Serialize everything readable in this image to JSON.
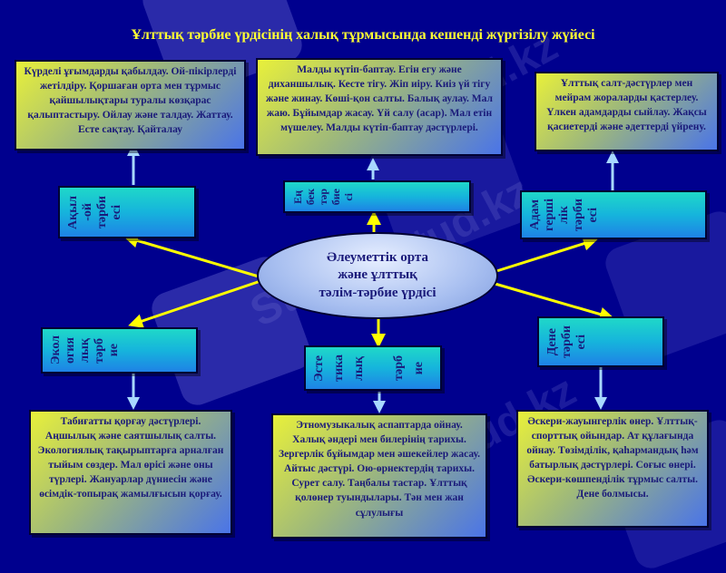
{
  "title": "Ұлттық тәрбие үрдісінің халық тұрмысында кешенді жүргізілу жүйесі",
  "center": {
    "lines": [
      "Әлеуметтік  орта",
      "және  ұлттық",
      "тәлім-тәрбие үрдісі"
    ]
  },
  "categories": [
    {
      "id": "mental",
      "label_lines": [
        "Ақыл",
        "-ой",
        "тәрби",
        "есі"
      ],
      "label": "Ақыл-ой тәрбиесі"
    },
    {
      "id": "labor",
      "label_lines": [
        "Ең",
        "бек",
        "тәр",
        "бие",
        "сі"
      ],
      "label": "Еңбек тәрбиесі"
    },
    {
      "id": "moral",
      "label_lines": [
        "Адам",
        "гершi",
        "лік",
        "тәрби",
        "есі"
      ],
      "label": "Адамгершілік тәрбиесі"
    },
    {
      "id": "ecological",
      "label_lines": [
        "Экол",
        "огия",
        "лық",
        "тәрб",
        "ие"
      ],
      "label": "Экологиялық тәрбие"
    },
    {
      "id": "aesthetic",
      "label_lines": [
        "Эсте",
        "тика",
        "лық",
        "тәрб",
        "ие"
      ],
      "label": "Эстетикалық тәрбие"
    },
    {
      "id": "physical",
      "label_lines": [
        "Дене",
        "тәрби",
        "есі"
      ],
      "label": "Дене тәрбиесі"
    }
  ],
  "descriptions": {
    "mental": "Күрделі ұғымдарды қабылдау. Ой-пікірлерді жетілдіру. Қоршаған орта мен тұрмыс қайшылықтары туралы көзқарас қалыптастыру. Ойлау және талдау. Жаттау. Есте сақтау. Қайталау",
    "labor": "Малды күтіп-баптау. Егін егу және диханшылық. Кесте тігу. Жіп иіру. Киіз үй тігу және жинау. Көші-қон салты. Балық аулау. Мал жаю. Бұйымдар жасау. Үй салу (асар). Мал етін мүшелеу. Малды күтіп-баптау дәстүрлері.",
    "moral": "Ұлттық салт-дәстүрлер мен мейрам жораларды қастерлеу. Үлкен адамдарды сыйлау. Жақсы қасиетерді және әдеттерді үйрену.",
    "ecological": "Табиғатты қорғау дәстүрлері. Аңшылық және саятшылық салты. Экологиялық тақырыптарға арналған тыйым сөздер. Мал өрісі және оны түрлері. Жануарлар дүниесін және өсімдік-топырақ жамылғысын қорғау.",
    "aesthetic": "Этномузыкалық аспаптарда ойнау. Халық әндері мен билерінің тарихы. Зергерлік бұйымдар мен әшекейлер жасау. Айтыс дәстүрі. Ою-өрнектердің тарихы. Сурет салу. Таңбалы тастар. Ұлттық қолөнер туындылары. Тән мен жан сұлулығы",
    "physical": "Әскери-жауынгерлік өнер. Ұлттық-спорттық ойындар. Ат құлағында ойнау. Төзімділік, қаһармандық һәм батырлық дәстүрлері. Соғыс өнері. Әскери-көшпенділік тұрмыс салты. Дене болмысы."
  },
  "watermark": "Stud.kz",
  "colors": {
    "background": "#00008e",
    "title": "#ffff33",
    "arrow_center": "#ffff00",
    "arrow_desc": "#a8d8ff",
    "text": "#1a1a7a"
  }
}
